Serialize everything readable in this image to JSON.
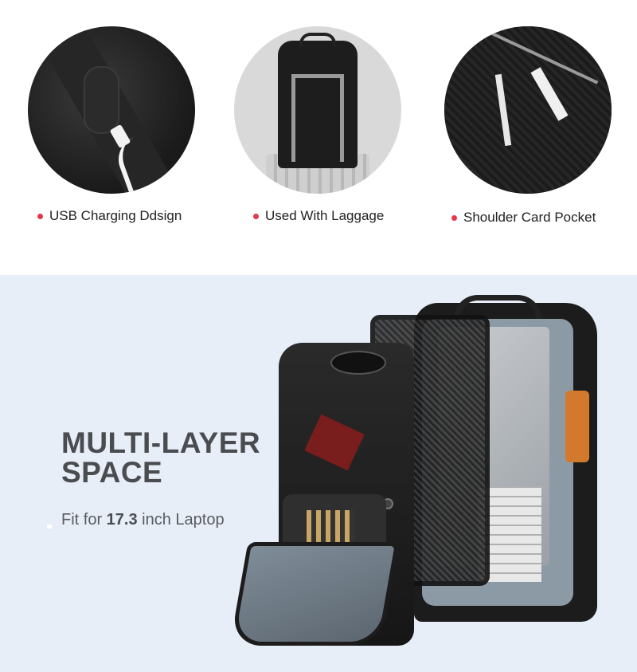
{
  "features": [
    {
      "label": "USB Charging Ddsign",
      "image": "usb-charging-port-closeup"
    },
    {
      "label": "Used With Laggage",
      "image": "backpack-on-luggage-trolley"
    },
    {
      "label": "Shoulder Card Pocket",
      "image": "shoulder-strap-card-pocket"
    }
  ],
  "colors": {
    "bullet": "#e5374a",
    "top_bg": "#ffffff",
    "bottom_bg": "#e7eef8",
    "headline": "#4a4c50"
  },
  "hero": {
    "headline_line1": "MULTI-LAYER",
    "headline_line2": "SPACE",
    "sub_prefix": "Fit for ",
    "sub_size": "17.3",
    "sub_suffix": " inch Laptop",
    "image": "open-backpack-multi-layer"
  }
}
